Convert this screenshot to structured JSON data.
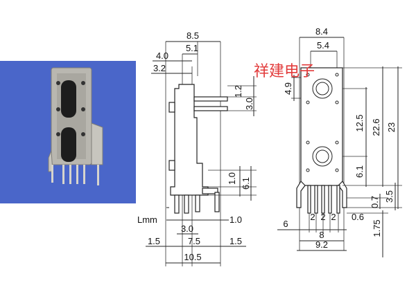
{
  "watermark": "祥建电子",
  "side_view": {
    "top_dims": [
      "8.5",
      "5.1",
      "4.0",
      "3.2"
    ],
    "right_dims": [
      "1.2",
      "3.0",
      "1.0",
      "6.1"
    ],
    "bottom_dims": [
      "1.0",
      "3.0",
      "1.5",
      "7.5",
      "1.5",
      "10.5"
    ],
    "unit_label": "Lmm"
  },
  "front_view": {
    "top_dims": [
      "8.4",
      "5.4"
    ],
    "left_dims": [
      "4.9"
    ],
    "right_dims": [
      "12.5",
      "22.6",
      "23",
      "6.1",
      "3.5",
      "0.7"
    ],
    "bottom_dims": [
      "6",
      "2",
      "2",
      "2",
      "0.6",
      "8",
      "9.2",
      "1.75"
    ]
  },
  "colors": {
    "photo_bg": "#4a66c9",
    "watermark": "#e23b3b"
  }
}
